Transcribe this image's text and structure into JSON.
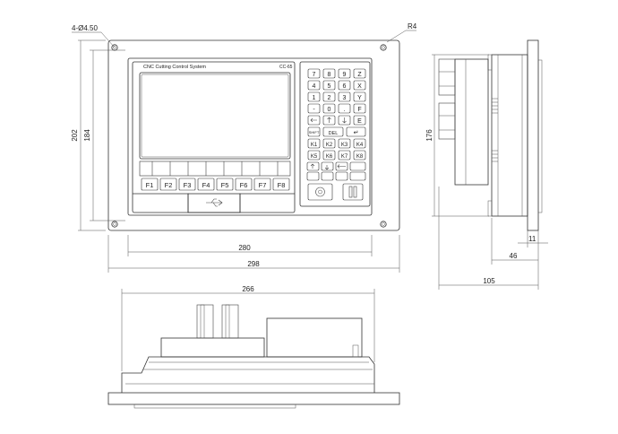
{
  "panel": {
    "title": "CNC Cutting Control System",
    "model": "CC-65"
  },
  "annotations": {
    "hole_callout": "4-Ø4.50",
    "radius_callout": "R4"
  },
  "dimensions": {
    "front_inner_width": "280",
    "front_outer_width": "298",
    "front_outer_height": "202",
    "front_inner_height": "184",
    "side_height": "176",
    "side_flange": "11",
    "side_depth_body": "46",
    "side_total_depth": "105",
    "bottom_width": "266"
  },
  "function_keys": [
    "F1",
    "F2",
    "F3",
    "F4",
    "F5",
    "F6",
    "F7",
    "F8"
  ],
  "keypad": {
    "row1": [
      "7",
      "8",
      "9",
      "Z"
    ],
    "row2": [
      "4",
      "5",
      "6",
      "X"
    ],
    "row3": [
      "1",
      "2",
      "3",
      "Y"
    ],
    "row4": [
      "-",
      "0",
      ".",
      "F"
    ],
    "row5": [
      "",
      "",
      "",
      "E"
    ],
    "row6": [
      "SHIFT",
      "DEL",
      "↵"
    ],
    "row7": [
      "K1",
      "K2",
      "K3",
      "K4"
    ],
    "row8": [
      "K5",
      "K6",
      "K7",
      "K8"
    ]
  }
}
